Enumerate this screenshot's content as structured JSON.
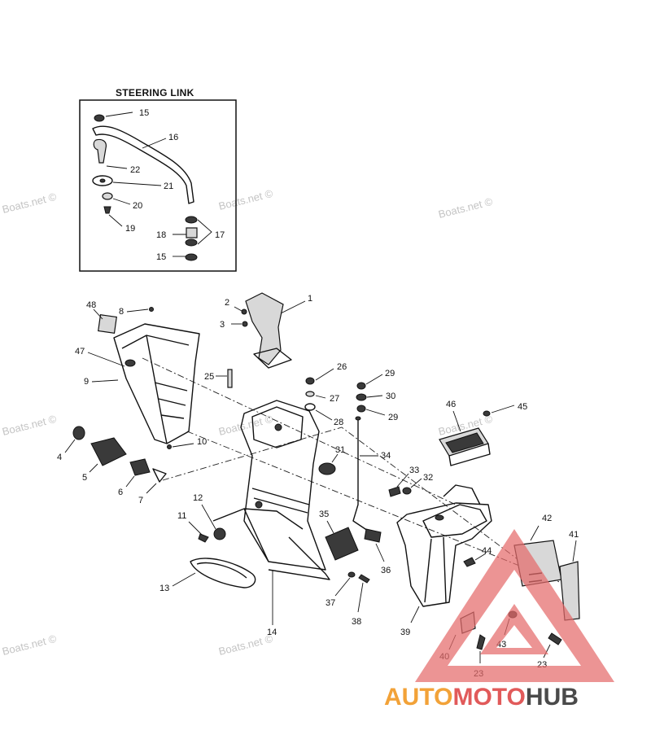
{
  "inset": {
    "title": "STEERING LINK"
  },
  "watermark": "Boats.net ©",
  "logo": {
    "part1": "AUTO",
    "part2": "MOTO",
    "part3": "HUB"
  },
  "callouts": {
    "c1": "1",
    "c2": "2",
    "c3": "3",
    "c4": "4",
    "c5": "5",
    "c6": "6",
    "c7": "7",
    "c8": "8",
    "c9": "9",
    "c10": "10",
    "c11": "11",
    "c12": "12",
    "c13": "13",
    "c14": "14",
    "c15a": "15",
    "c15b": "15",
    "c16": "16",
    "c17": "17",
    "c18": "18",
    "c19": "19",
    "c20": "20",
    "c21": "21",
    "c22": "22",
    "c23a": "23",
    "c23b": "23",
    "c25": "25",
    "c26": "26",
    "c27": "27",
    "c28": "28",
    "c29a": "29",
    "c29b": "29",
    "c30": "30",
    "c31": "31",
    "c32": "32",
    "c33": "33",
    "c34": "34",
    "c35": "35",
    "c36": "36",
    "c37": "37",
    "c38": "38",
    "c39": "39",
    "c40": "40",
    "c41": "41",
    "c42": "42",
    "c43": "43",
    "c44": "44",
    "c45": "45",
    "c46": "46",
    "c47": "47",
    "c48": "48"
  }
}
